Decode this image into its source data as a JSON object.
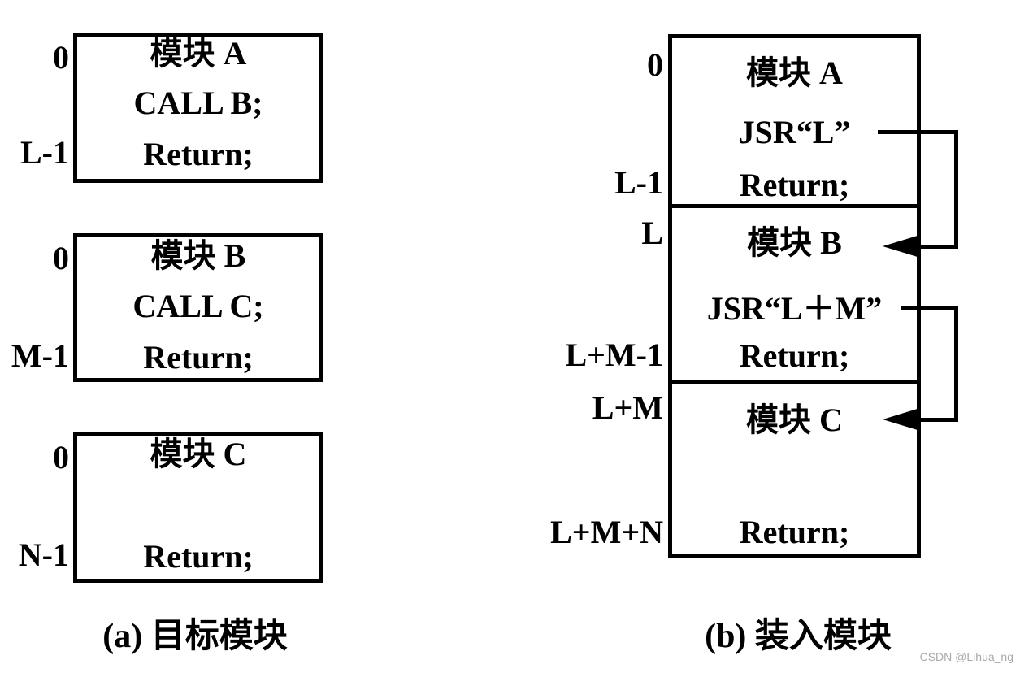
{
  "figure": {
    "panel_a": {
      "caption": "(a) 目标模块",
      "modules": [
        {
          "title": "模块 A",
          "line2": "CALL B;",
          "line3": "Return;",
          "top_label": "0",
          "bottom_label": "L-1"
        },
        {
          "title": "模块 B",
          "line2": "CALL C;",
          "line3": "Return;",
          "top_label": "0",
          "bottom_label": "M-1"
        },
        {
          "title": "模块 C",
          "line3": "Return;",
          "top_label": "0",
          "bottom_label": "N-1"
        }
      ]
    },
    "panel_b": {
      "caption": "(b) 装入模块",
      "sections": [
        {
          "title": "模块 A",
          "line2": "JSR“L”",
          "line3": "Return;"
        },
        {
          "title": "模块 B",
          "line2": "JSR“L＋M”",
          "line3": "Return;"
        },
        {
          "title": "模块 C",
          "line3": "Return;"
        }
      ],
      "address_labels": [
        "0",
        "L-1",
        "L",
        "L+M-1",
        "L+M",
        "L+M+N"
      ]
    },
    "watermark": "CSDN @Lihua_ng",
    "colors": {
      "line": "#000000",
      "background": "#ffffff",
      "watermark": "#a9a9a9"
    }
  }
}
